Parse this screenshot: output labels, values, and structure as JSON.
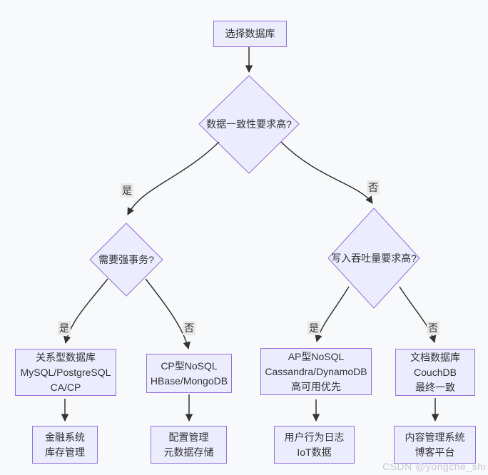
{
  "diagram": {
    "nodes": {
      "start": {
        "label": "选择数据库"
      },
      "q_consistency": {
        "label": "数据一致性要求高?"
      },
      "q_transaction": {
        "label": "需要强事务?"
      },
      "q_throughput": {
        "label": "写入吞吐量要求高?"
      },
      "relational": {
        "lines": [
          "关系型数据库",
          "MySQL/PostgreSQL",
          "CA/CP"
        ]
      },
      "cp_nosql": {
        "lines": [
          "CP型NoSQL",
          "HBase/MongoDB"
        ]
      },
      "ap_nosql": {
        "lines": [
          "AP型NoSQL",
          "Cassandra/DynamoDB",
          "高可用优先"
        ]
      },
      "doc_db": {
        "lines": [
          "文档数据库",
          "CouchDB",
          "最终一致"
        ]
      },
      "finance": {
        "lines": [
          "金融系统",
          "库存管理"
        ]
      },
      "config": {
        "lines": [
          "配置管理",
          "元数据存储"
        ]
      },
      "user_logs": {
        "lines": [
          "用户行为日志",
          "IoT数据"
        ]
      },
      "cms": {
        "lines": [
          "内容管理系统",
          "博客平台"
        ]
      }
    },
    "edge_labels": {
      "yes": "是",
      "no": "否"
    },
    "colors": {
      "node_fill": "#ECECFF",
      "node_border": "#9370DB",
      "edge": "#333333",
      "edge_label_bg": "#e8e8e8",
      "text": "#333333",
      "background": "#f8f9fa",
      "watermark": "#c9c6da"
    },
    "watermark": "CSDN @yongche_shi"
  }
}
